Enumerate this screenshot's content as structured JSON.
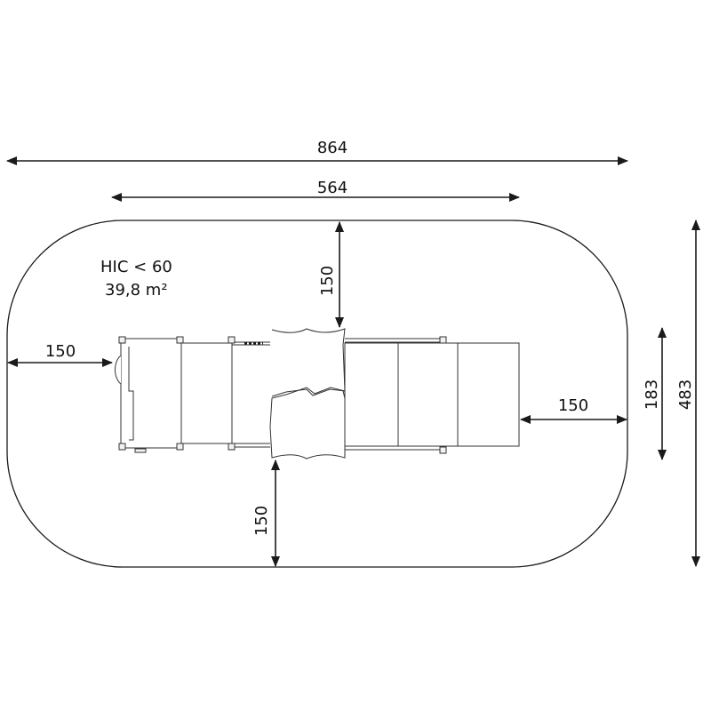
{
  "annotations": {
    "hic": "HIC < 60",
    "area": "39,8 m²"
  },
  "dimensions": {
    "overall_width": "864",
    "equipment_length": "564",
    "clearance_top": "150",
    "clearance_left": "150",
    "clearance_right": "150",
    "clearance_bottom": "150",
    "equipment_width": "183",
    "overall_height": "483"
  },
  "colors": {
    "line": "#1a1a1a",
    "background": "#ffffff"
  }
}
